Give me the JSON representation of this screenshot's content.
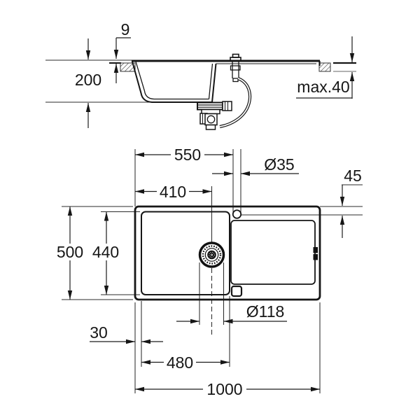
{
  "page": {
    "background": "#ffffff"
  },
  "drawing": {
    "kind": "sink-installation-dimension-drawing",
    "line_color": "#161616",
    "muted_line_color": "#999999",
    "side_view": {
      "rim_height": "9",
      "bowl_depth": "200",
      "counter_thickness_max": "max.40"
    },
    "plan_view": {
      "tap_hole_center_from_left": "550",
      "tap_hole_diameter": "Ø35",
      "tap_hole_center_from_rear_edge": "45",
      "drain_center_from_left": "410",
      "overall_depth": "500",
      "bowl_inner_depth": "440",
      "drain_diameter": "Ø118",
      "edge_to_bowl": "30",
      "bowl_inner_width": "480",
      "overall_width": "1000"
    }
  }
}
